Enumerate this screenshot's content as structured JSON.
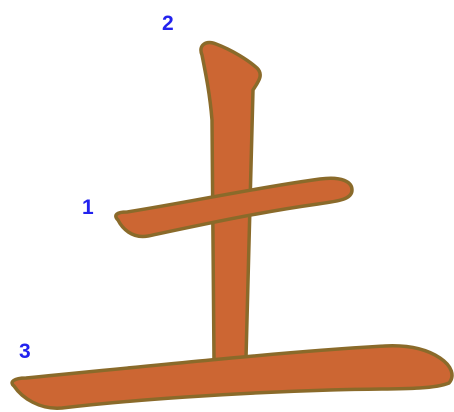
{
  "character": {
    "glyph": "土",
    "fill_color": "#cc6633",
    "outline_color": "#8a6a2a",
    "number_color": "#2222ee",
    "strokes": [
      {
        "order": "1",
        "type": "horizontal"
      },
      {
        "order": "2",
        "type": "vertical"
      },
      {
        "order": "3",
        "type": "horizontal-rising"
      }
    ]
  }
}
